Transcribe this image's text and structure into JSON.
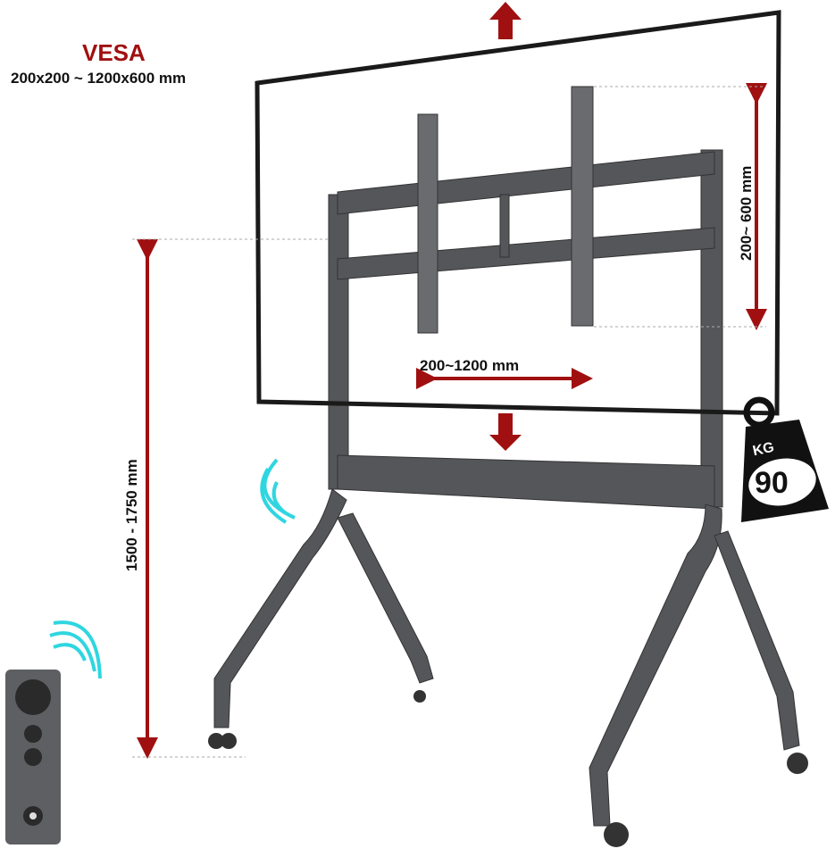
{
  "vesa": {
    "title": "VESA",
    "range": "200x200 ~ 1200x600 mm"
  },
  "dimensions": {
    "horizontal": "200~1200 mm",
    "vertical": "200~ 600 mm",
    "height": "1500 - 1750 mm"
  },
  "weight": {
    "unit": "KG",
    "value": "90"
  },
  "colors": {
    "arrow": "#a01010",
    "frame": "#4a4b4e",
    "wave": "#2fd6e0",
    "screen": "#1a1a1a"
  }
}
